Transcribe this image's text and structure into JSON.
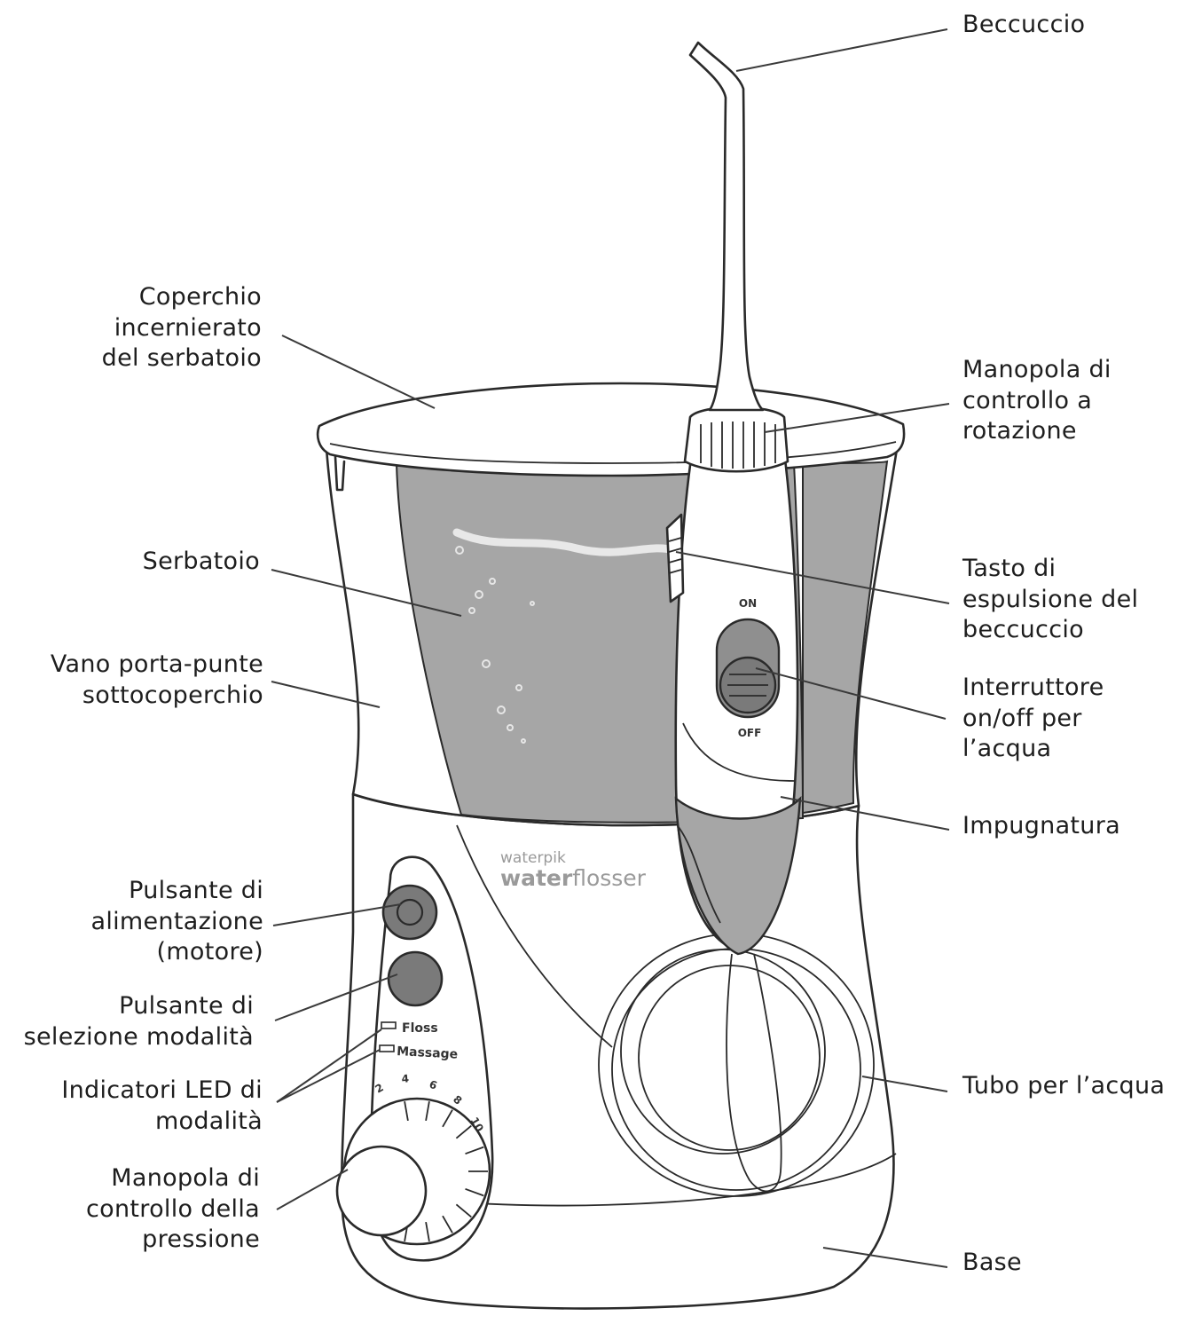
{
  "diagram": {
    "brand": {
      "small": "waterpik",
      "large_bold": "water",
      "large_light": "flosser"
    },
    "control_text": {
      "switch_on": "ON",
      "switch_off": "OFF",
      "led_floss": "Floss",
      "led_massage": "Massage",
      "dial_numbers": [
        "2",
        "4",
        "6",
        "8",
        "10"
      ]
    },
    "labels": {
      "spout": "Beccuccio",
      "lid": "Coperchio\nincernierato\ndel serbatoio",
      "rotation_knob": "Manopola di\ncontrollo a\nrotazione",
      "reservoir": "Serbatoio",
      "eject_button": "Tasto di\nespulsione del\nbeccuccio",
      "tip_storage": "Vano porta-punte\nsottocoperchio",
      "water_switch": "Interruttore\non/off per\nl’acqua",
      "handle": "Impugnatura",
      "power_button": "Pulsante di\nalimentazione\n(motore)",
      "mode_button": "Pulsante di\nselezione modalità",
      "led_indicators": "Indicatori LED di\nmodalità",
      "water_tube": "Tubo per l’acqua",
      "pressure_knob": "Manopola di\ncontrollo della\npressione",
      "base": "Base"
    },
    "colors": {
      "outline": "#2a2a2a",
      "water": "#a6a6a6",
      "button": "#7a7a7a"
    }
  }
}
